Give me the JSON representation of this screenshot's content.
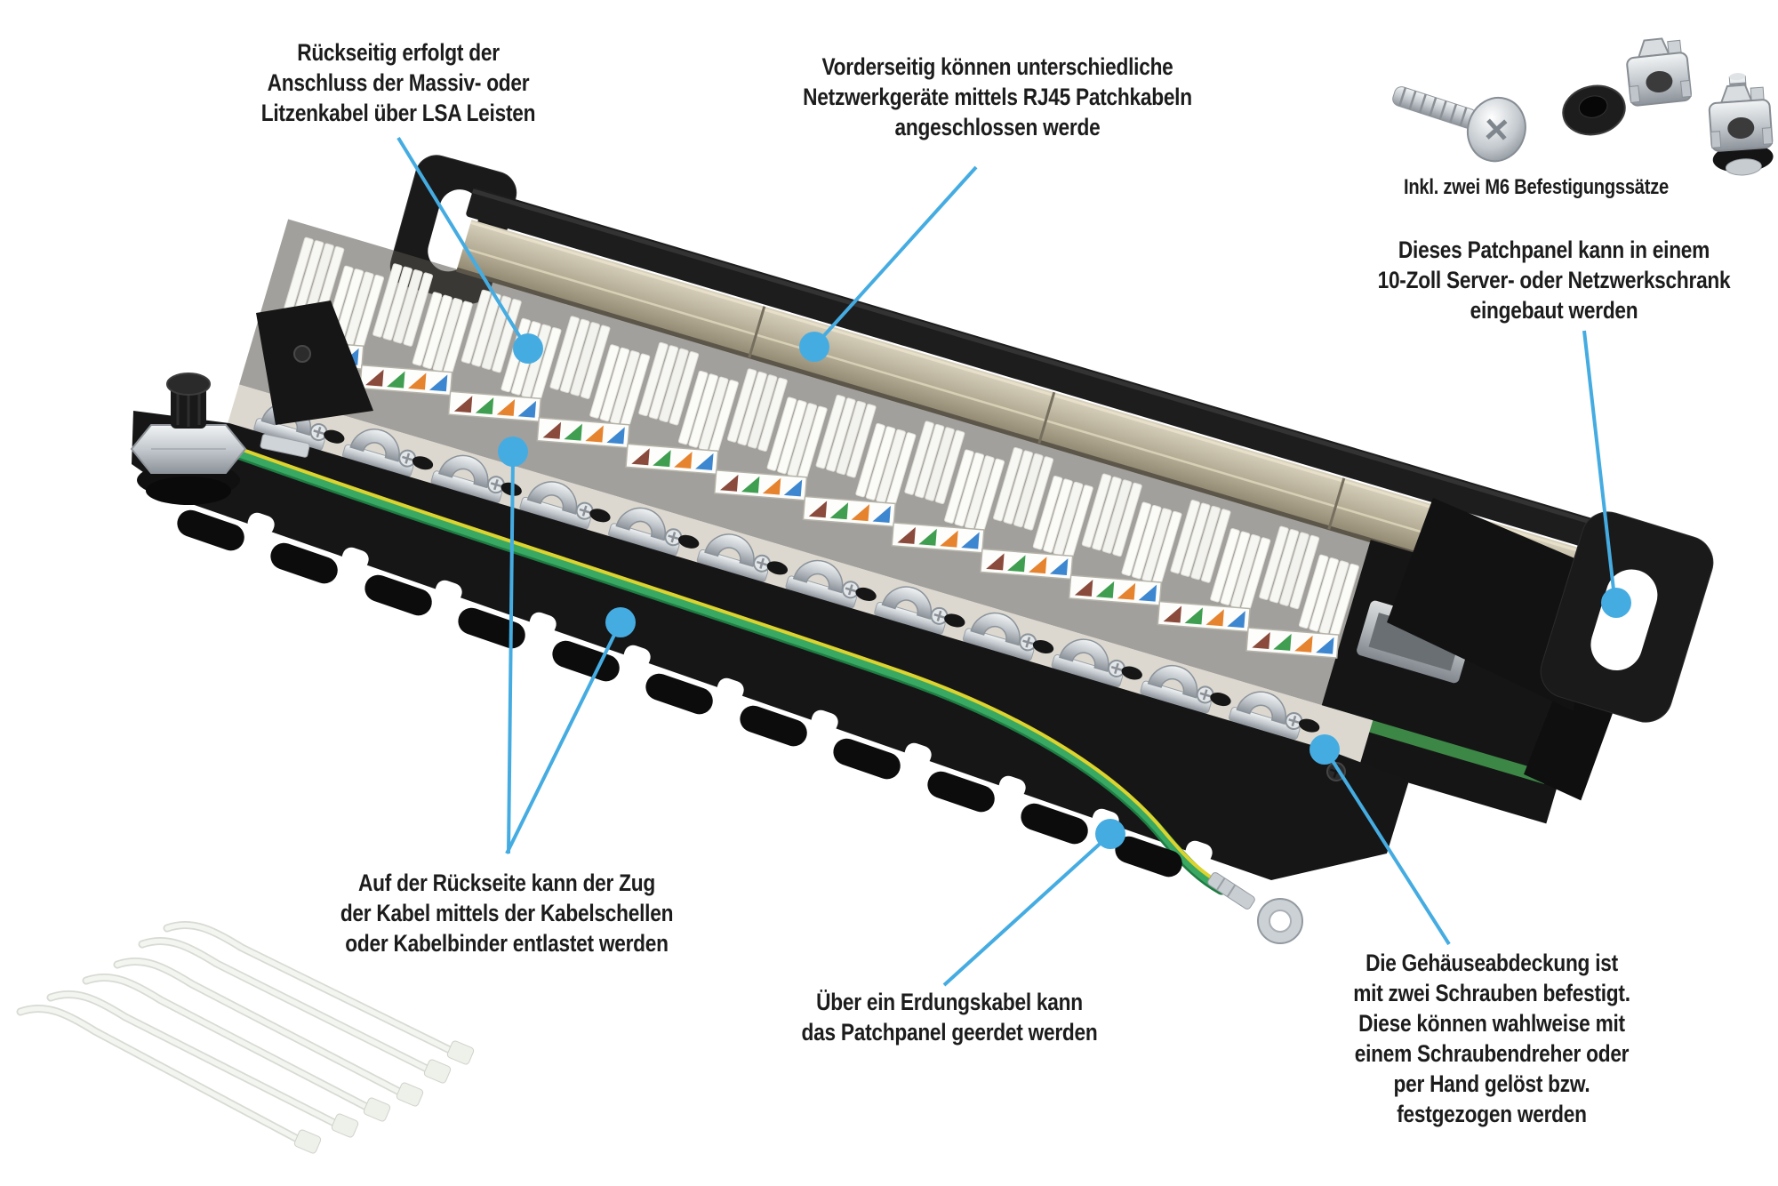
{
  "colors": {
    "accent": "#45ace2",
    "text": "#1c1c1c",
    "panel": "#1a1a1a",
    "clamp_silver": "#c9ced3",
    "wire_green": "#38a862",
    "wire_yellow": "#ddd32e"
  },
  "callouts": {
    "lsa": {
      "lines": [
        "Rückseitig erfolgt der",
        "Anschluss der Massiv- oder",
        "Litzenkabel über LSA Leisten"
      ]
    },
    "front": {
      "lines": [
        "Vorderseitig können unterschiedliche",
        "Netzwerkgeräte mittels RJ45 Patchkabeln",
        "angeschlossen werde"
      ]
    },
    "m6_caption": "Inkl. zwei M6 Befestigungssätze",
    "mount": {
      "lines": [
        "Dieses Patchpanel kann in einem",
        "10-Zoll Server- oder Netzwerkschrank",
        "eingebaut werden"
      ]
    },
    "strain": {
      "lines": [
        "Auf der Rückseite kann der Zug",
        "der Kabel mittels der Kabelschellen",
        "oder Kabelbinder entlastet werden"
      ]
    },
    "ground": {
      "lines": [
        "Über ein Erdungskabel kann",
        "das Patchpanel geerdet werden"
      ]
    },
    "cover": {
      "lines": [
        "Die Gehäuseabdeckung ist",
        "mit zwei Schrauben befestigt.",
        "Diese können wahlweise mit",
        "einem Schraubendreher oder",
        "per Hand gelöst bzw.",
        "festgezogen werden"
      ]
    }
  },
  "product": {
    "kind": "10-inch patch panel, shielded, angled product photo",
    "lsa_modules": 12,
    "cable_ties": 6,
    "m6_mounting_sets": 2,
    "ground_wire": "green-yellow with ring terminal",
    "label_strip_colors": [
      "#8a4a3c",
      "#3f9e50",
      "#e6832f",
      "#3d87d0"
    ]
  }
}
